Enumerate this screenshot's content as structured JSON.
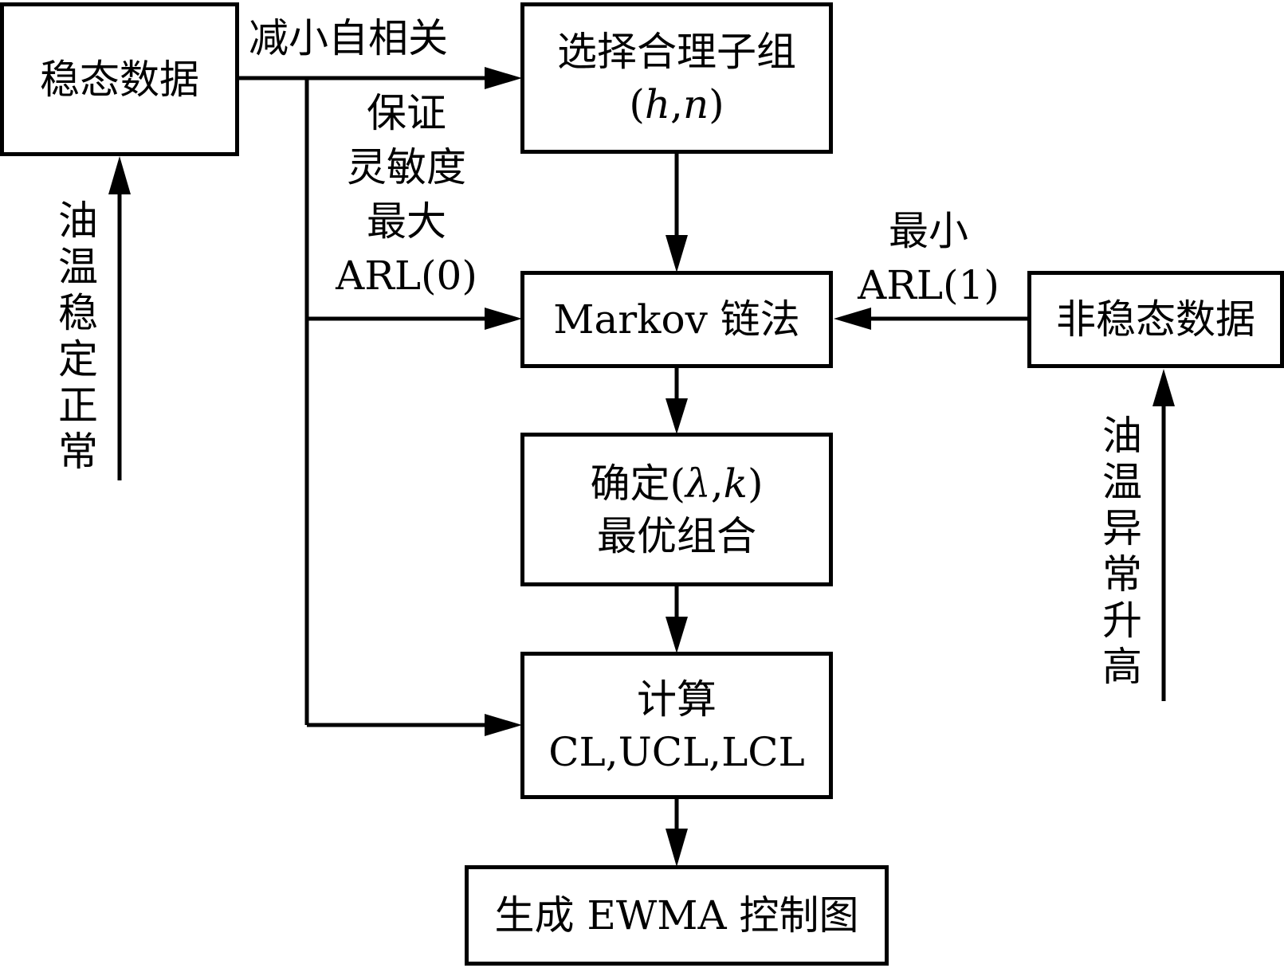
{
  "nodes": {
    "steady_data": "稳态数据",
    "select_subgroup": {
      "line1": "选择合理子组",
      "line2_pre": "(",
      "h": "h",
      "comma": ",",
      "n": "n",
      "line2_post": ")"
    },
    "markov": "Markov 链法",
    "nonsteady_data": "非稳态数据",
    "determine": {
      "line1_pre": "确定(",
      "lambda": "λ",
      "comma": ",",
      "k": "k",
      "line1_post": ")",
      "line2": "最优组合"
    },
    "calculate": {
      "line1": "计算",
      "line2": "CL,UCL,LCL"
    },
    "generate": "生成 EWMA 控制图"
  },
  "edge_labels": {
    "reduce_autocorr": "减小自相关",
    "ensure_sensitivity": [
      "保证",
      "灵敏度",
      "最大",
      "ARL(0)"
    ],
    "min_arl1": [
      "最小",
      "ARL(1)"
    ],
    "oil_temp_normal": [
      "油",
      "温",
      "稳",
      "定",
      "正",
      "常"
    ],
    "oil_temp_abnormal": [
      "油",
      "温",
      "异",
      "常",
      "升",
      "高"
    ]
  },
  "colors": {
    "stroke": "#000000",
    "background": "#ffffff"
  }
}
